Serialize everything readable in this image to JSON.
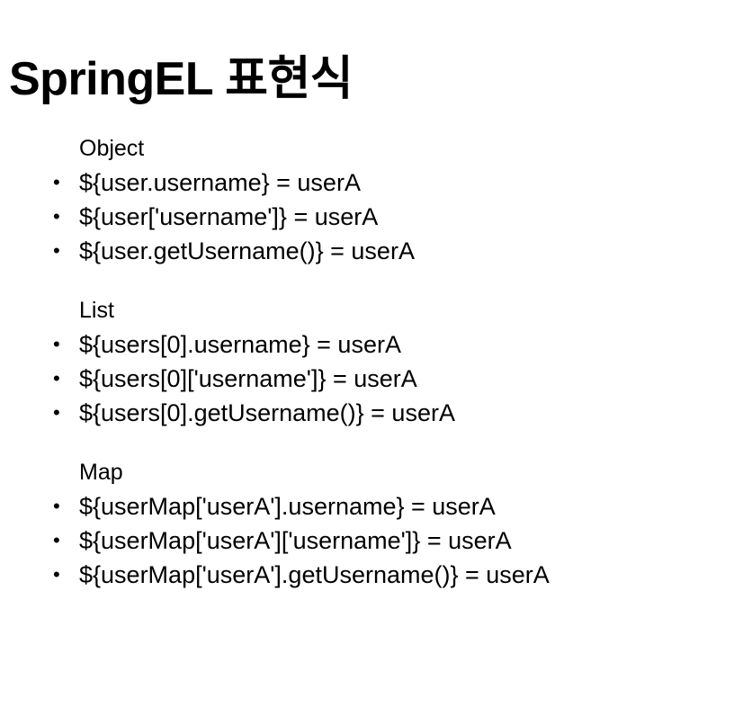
{
  "slide": {
    "title": "SpringEL 표현식",
    "background_color": "#ffffff",
    "text_color": "#000000",
    "bullet_glyph": "•",
    "sections": [
      {
        "header": "Object",
        "items": [
          "${user.username} = userA",
          "${user['username']} = userA",
          "${user.getUsername()} = userA"
        ]
      },
      {
        "header": "List",
        "items": [
          "${users[0].username} = userA",
          "${users[0]['username']} = userA",
          "${users[0].getUsername()} = userA"
        ]
      },
      {
        "header": "Map",
        "items": [
          "${userMap['userA'].username} = userA",
          "${userMap['userA']['username']} = userA",
          "${userMap['userA'].getUsername()} = userA"
        ]
      }
    ]
  }
}
